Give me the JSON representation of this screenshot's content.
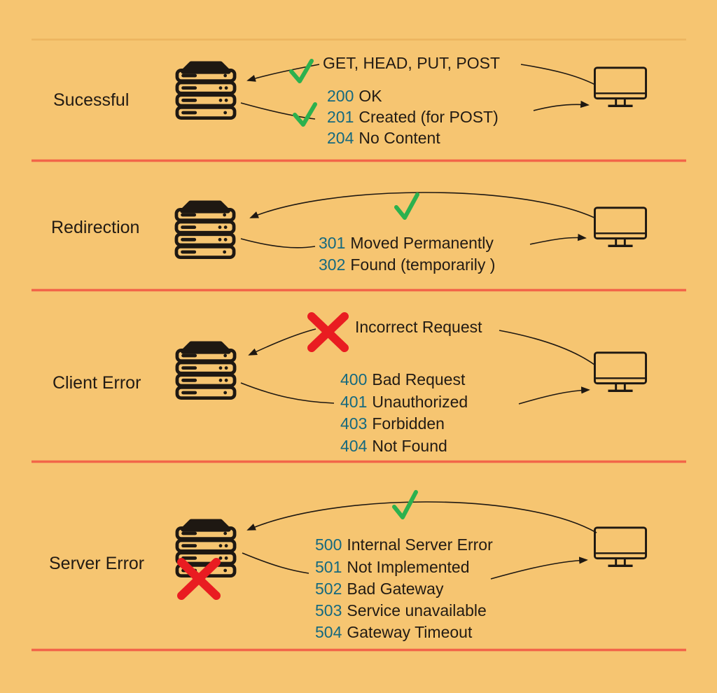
{
  "palette": {
    "background": "#f6c571",
    "divider": "#f26549",
    "faint_rule": "#ecb45f",
    "code_color": "#15697f",
    "text_color": "#221b14",
    "check_color": "#2cb14e",
    "cross_color": "#e91c21",
    "icon_color": "#1e1812"
  },
  "icons": {
    "server": "server-icon",
    "monitor": "monitor-icon",
    "check": "check-icon",
    "cross": "cross-icon",
    "arrow": "arrow-line"
  },
  "sections": [
    {
      "label": "Sucessful",
      "request": "GET, HEAD, PUT, POST",
      "rows": [
        {
          "code": "200",
          "text": "OK"
        },
        {
          "code": "201",
          "text": "Created (for POST)"
        },
        {
          "code": "204",
          "text": "No Content"
        }
      ]
    },
    {
      "label": "Redirection",
      "rows": [
        {
          "code": "301",
          "text": "Moved Permanently"
        },
        {
          "code": "302",
          "text": "Found (temporarily )"
        }
      ]
    },
    {
      "label": "Client Error",
      "request": "Incorrect Request",
      "rows": [
        {
          "code": "400",
          "text": "Bad Request"
        },
        {
          "code": "401",
          "text": "Unauthorized"
        },
        {
          "code": "403",
          "text": "Forbidden"
        },
        {
          "code": "404",
          "text": "Not Found"
        }
      ]
    },
    {
      "label": "Server Error",
      "rows": [
        {
          "code": "500",
          "text": "Internal Server Error"
        },
        {
          "code": "501",
          "text": "Not Implemented"
        },
        {
          "code": "502",
          "text": "Bad Gateway"
        },
        {
          "code": "503",
          "text": "Service unavailable"
        },
        {
          "code": "504",
          "text": "Gateway Timeout"
        }
      ]
    }
  ]
}
